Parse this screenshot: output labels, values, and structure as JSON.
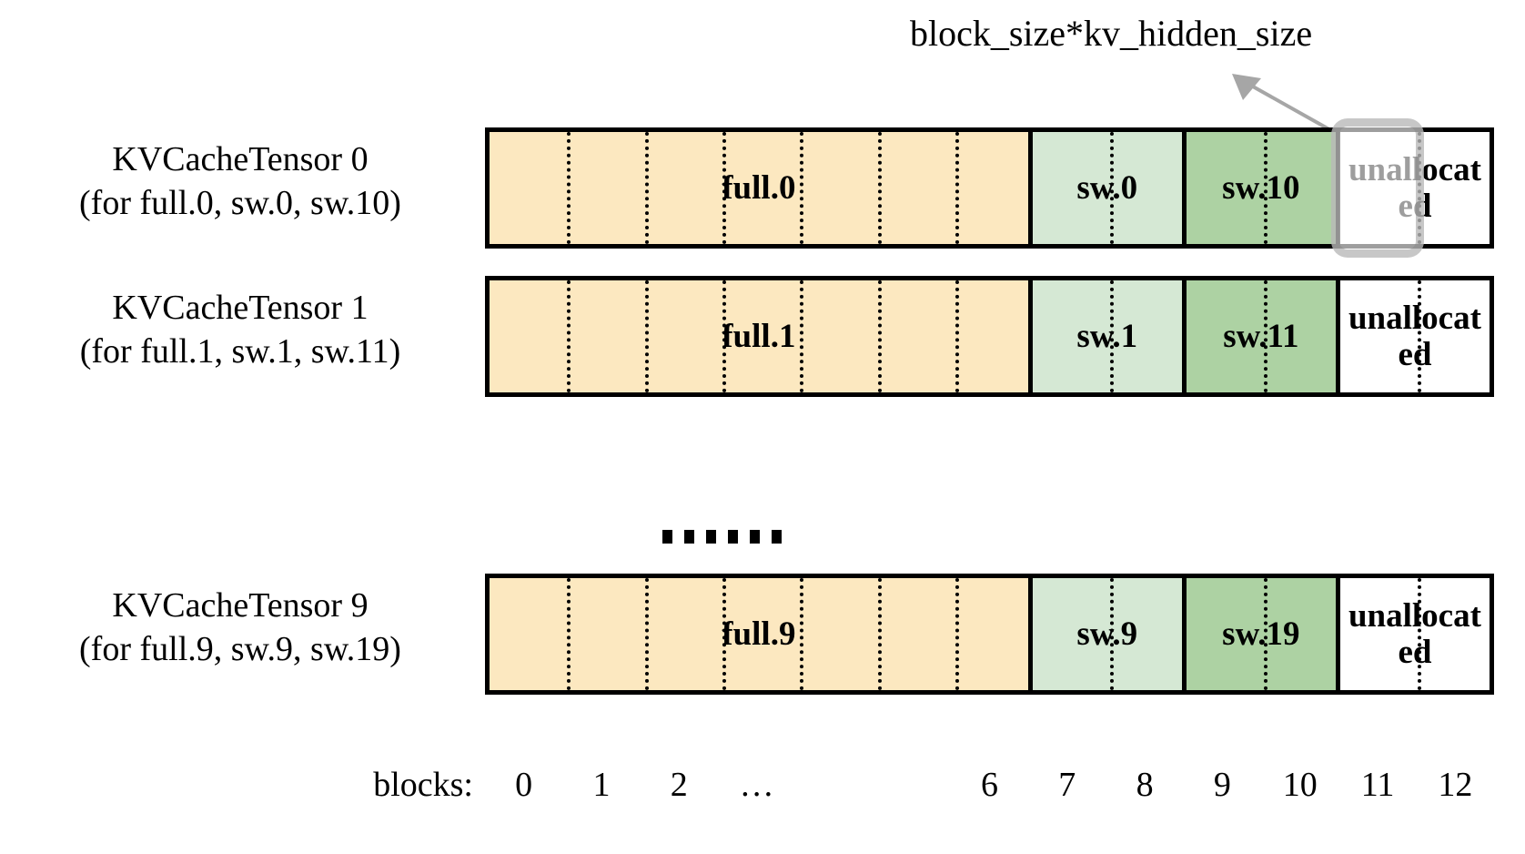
{
  "diagram": {
    "title_callout": "block_size*kv_hidden_size",
    "background": "#ffffff",
    "colors": {
      "full_fill": "#FCE8C0",
      "sw_light_fill": "#D5E8D4",
      "sw_dark_fill": "#ADD2A3",
      "unallocated_fill": "#FFFFFF",
      "border": "#000000",
      "highlight": "#828282",
      "arrow": "#A6A6A6"
    },
    "rows": [
      {
        "label_line1": "KVCacheTensor 0",
        "label_line2": "(for full.0, sw.0, sw.10)",
        "segments": [
          {
            "text": "full.0",
            "kind": "full",
            "blocks": 7
          },
          {
            "text": "sw.0",
            "kind": "sw-light",
            "blocks": 2
          },
          {
            "text": "sw.10",
            "kind": "sw-dark",
            "blocks": 2
          },
          {
            "text": "unallocated",
            "kind": "unalloc",
            "blocks": 2
          }
        ],
        "highlighted_block": 11
      },
      {
        "label_line1": "KVCacheTensor 1",
        "label_line2": "(for full.1, sw.1, sw.11)",
        "segments": [
          {
            "text": "full.1",
            "kind": "full",
            "blocks": 7
          },
          {
            "text": "sw.1",
            "kind": "sw-light",
            "blocks": 2
          },
          {
            "text": "sw.11",
            "kind": "sw-dark",
            "blocks": 2
          },
          {
            "text": "unallocated",
            "kind": "unalloc",
            "blocks": 2
          }
        ],
        "highlighted_block": null
      },
      {
        "label_line1": "KVCacheTensor 9",
        "label_line2": "(for full.9, sw.9, sw.19)",
        "segments": [
          {
            "text": "full.9",
            "kind": "full",
            "blocks": 7
          },
          {
            "text": "sw.9",
            "kind": "sw-light",
            "blocks": 2
          },
          {
            "text": "sw.19",
            "kind": "sw-dark",
            "blocks": 2
          },
          {
            "text": "unallocated",
            "kind": "unalloc",
            "blocks": 2
          }
        ],
        "highlighted_block": null
      }
    ],
    "ellipsis_dots": 6,
    "axis": {
      "title": "blocks:",
      "ticks": [
        "0",
        "1",
        "2",
        "…",
        "6",
        "7",
        "8",
        "9",
        "10",
        "11",
        "12"
      ],
      "tick_block_index": [
        0,
        1,
        2,
        3,
        6,
        7,
        8,
        9,
        10,
        11,
        12
      ]
    }
  }
}
